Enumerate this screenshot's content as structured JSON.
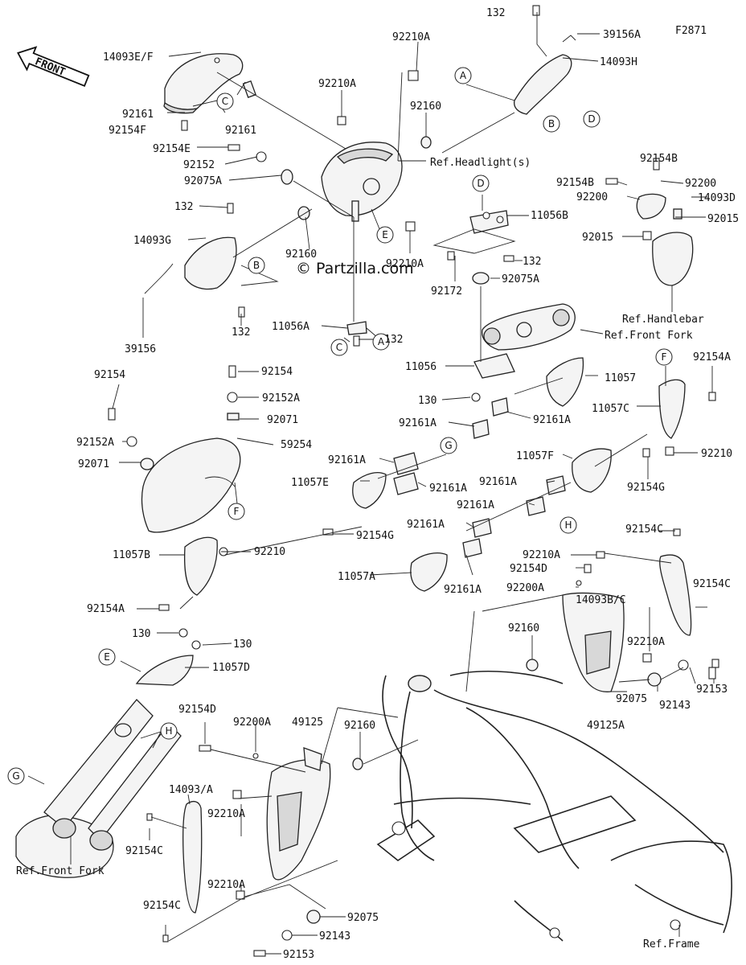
{
  "figure_code": "F2871",
  "front_arrow_label": "FRONT",
  "watermark": "© Partzilla.com",
  "callouts": {
    "A1": "A",
    "B1": "B",
    "C1": "C",
    "D1": "D",
    "B2": "B",
    "D2": "D",
    "E1": "E",
    "C2": "C",
    "A2": "A",
    "F1": "F",
    "F2": "F",
    "G1": "G",
    "H1": "H",
    "E2": "E",
    "H2": "H",
    "G2": "G"
  },
  "labels": {
    "p132_top": "132",
    "p39156A": "39156A",
    "p14093H": "14093H",
    "p14093EF": "14093E/F",
    "p92210A_top": "92210A",
    "p92210A_2": "92210A",
    "p92160_top": "92160",
    "p92161_a": "92161",
    "p92154F": "92154F",
    "p92161_b": "92161",
    "p92154E": "92154E",
    "p92152": "92152",
    "p92075A_left": "92075A",
    "p132_left": "132",
    "p14093G": "14093G",
    "p92160_mid": "92160",
    "p92210A_mid": "92210A",
    "p11056B": "11056B",
    "p132_mid": "132",
    "p92172": "92172",
    "p92075A_mid": "92075A",
    "p39156": "39156",
    "p132_low": "132",
    "p11056A": "11056A",
    "p132_c": "132",
    "p11056": "11056",
    "p11057": "11057",
    "p130_top": "130",
    "p92161A_1": "92161A",
    "p92161A_2": "92161A",
    "p92154B_1": "92154B",
    "p92154B_2": "92154B",
    "p92200_1": "92200",
    "p92200_2": "92200",
    "p14093D": "14093D",
    "p92015_1": "92015",
    "p92015_2": "92015",
    "p92154A_right": "92154A",
    "p11057C": "11057C",
    "p92210_right": "92210",
    "p92154": "92154",
    "p92154_b": "92154",
    "p92152A_1": "92152A",
    "p92152A_2": "92152A",
    "p92071_1": "92071",
    "p92071_2": "92071",
    "p59254": "59254",
    "p92161A_3": "92161A",
    "p11057E": "11057E",
    "p92161A_4": "92161A",
    "p11057F": "11057F",
    "p92161A_5": "92161A",
    "p92154G_right": "92154G",
    "p92161A_6": "92161A",
    "p92154G_mid": "92154G",
    "p92161A_7": "92161A",
    "p11057B": "11057B",
    "p92210_mid": "92210",
    "p92154C_1": "92154C",
    "p92210A_r": "92210A",
    "p92154D_r": "92154D",
    "p92200A_r": "92200A",
    "p14093BC": "14093B/C",
    "p92154C_2": "92154C",
    "p11057A": "11057A",
    "p92161A_8": "92161A",
    "p92154A_left": "92154A",
    "p130_l": "130",
    "p130_r": "130",
    "p11057D": "11057D",
    "p92160_low": "92160",
    "p92210A_low": "92210A",
    "p92153_r": "92153",
    "p92143_r": "92143",
    "p92075_r": "92075",
    "p49125A": "49125A",
    "p92154D_l": "92154D",
    "p92200A_l": "92200A",
    "p49125": "49125",
    "p92160_l": "92160",
    "p14093A": "14093/A",
    "p92210A_l1": "92210A",
    "p92154C_l1": "92154C",
    "p92210A_l2": "92210A",
    "p92075_l": "92075",
    "p92154C_l2": "92154C",
    "p92143_l": "92143",
    "p92153_l": "92153"
  },
  "references": {
    "headlight": "Ref.Headlight(s)",
    "handlebar": "Ref.Handlebar",
    "front_fork_mid": "Ref.Front Fork",
    "front_fork_left": "Ref.Front Fork",
    "frame": "Ref.Frame"
  }
}
